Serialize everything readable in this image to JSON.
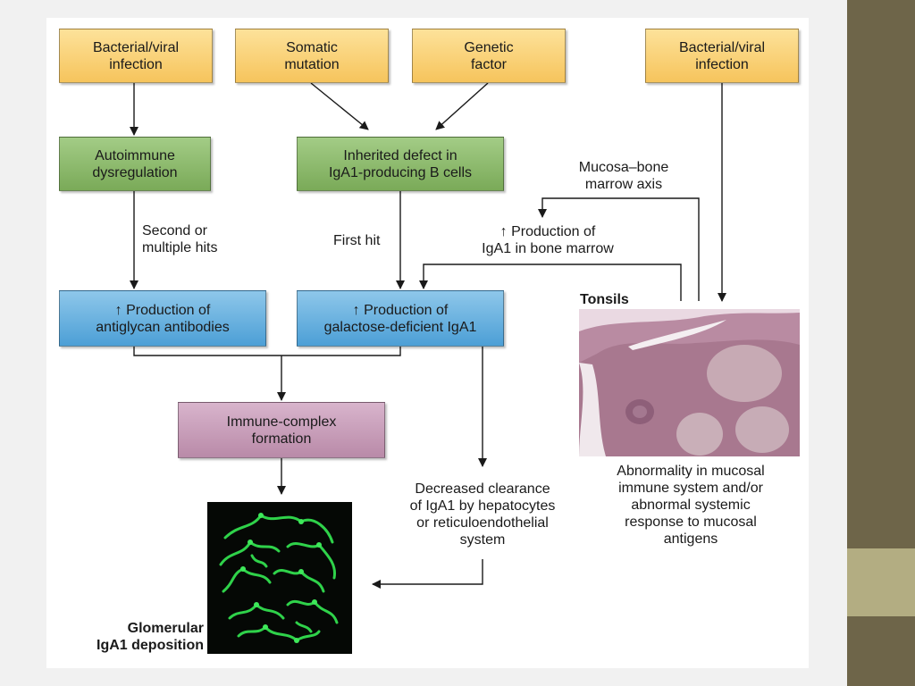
{
  "boxes": {
    "infection_left": "Bacterial/viral\ninfection",
    "somatic": "Somatic\nmutation",
    "genetic": "Genetic\nfactor",
    "infection_right": "Bacterial/viral\ninfection",
    "autoimmune": "Autoimmune\ndysregulation",
    "inherited": "Inherited defect in\nIgA1-producing B cells",
    "antiglycan": "↑ Production of\nantiglycan antibodies",
    "galactose": "↑ Production of\ngalactose-deficient IgA1",
    "immune_complex": "Immune-complex\nformation"
  },
  "labels": {
    "second_hits": "Second or\nmultiple hits",
    "first_hit": "First hit",
    "mucosa_axis": "Mucosa–bone\nmarrow axis",
    "bone_marrow": "↑ Production of\nIgA1 in bone marrow",
    "tonsils": "Tonsils",
    "decreased_clearance": "Decreased clearance\nof IgA1 by hepatocytes\nor reticuloendothelial\nsystem",
    "abnormality": "Abnormality in mucosal\nimmune system and/or\nabnormal systemic\nresponse to mucosal\nantigens",
    "glomerular": "Glomerular\nIgA1 deposition"
  },
  "colors": {
    "yellow": "#f8c965",
    "green": "#86b664",
    "blue": "#5eaadc",
    "purple": "#c49ab4",
    "sidebar": "#6e6549",
    "sidebar_accent": "#b3ad82"
  }
}
